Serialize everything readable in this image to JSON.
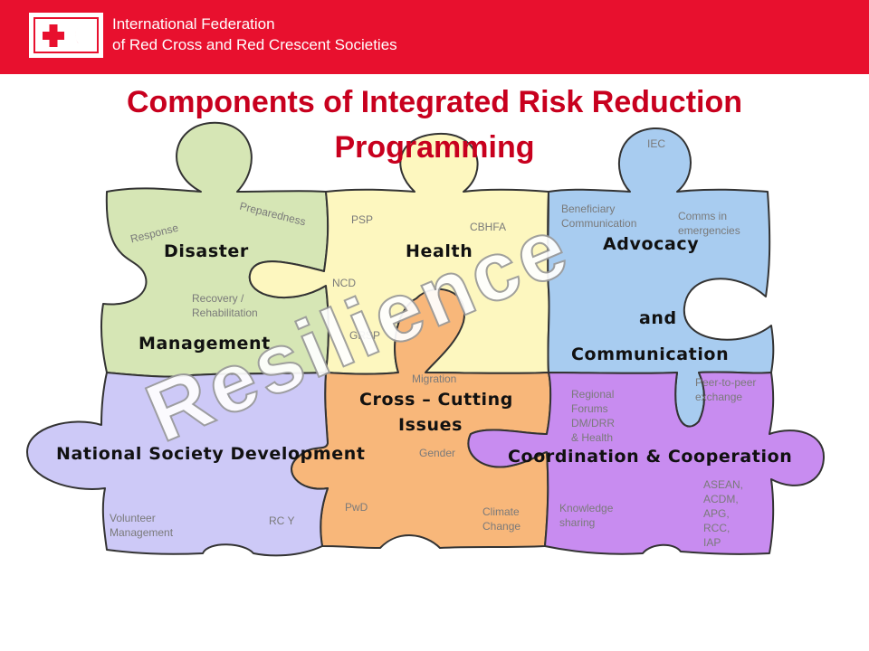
{
  "header": {
    "org_line1": "International Federation",
    "org_line2": "of Red Cross and Red Crescent Societies",
    "logo": "red-cross-red-crescent-emblem",
    "color": "#e8102e"
  },
  "title": {
    "line1": "Components of Integrated Risk Reduction",
    "line2": "Programming",
    "color": "#c8001e"
  },
  "watermark": "Resilience",
  "pieces": {
    "disaster": {
      "label1": "Disaster",
      "label2": "Management",
      "items": [
        "Response",
        "Preparedness",
        "Recovery /",
        "Rehabilitation"
      ],
      "color": "#d6e6b5"
    },
    "health": {
      "label": "Health",
      "items": [
        "PSP",
        "CBHFA",
        "NCD",
        "GRSP"
      ],
      "color": "#fdf7bf"
    },
    "advocacy": {
      "label1": "Advocacy",
      "label2": "and",
      "label3": "Communication",
      "items": [
        "IEC",
        "Beneficiary",
        "Communication",
        "Comms in",
        "emergencies"
      ],
      "color": "#a8ccf0"
    },
    "cross": {
      "label1": "Cross – Cutting",
      "label2": "Issues",
      "items": [
        "Migration",
        "Gender",
        "PwD",
        "Climate",
        "Change"
      ],
      "color": "#f8b77a"
    },
    "nsd": {
      "label": "National Society Development",
      "items": [
        "Volunteer",
        "Management",
        "RC Y"
      ],
      "color": "#cdc9f7"
    },
    "coord": {
      "label": "Coordination & Cooperation",
      "items": [
        "Regional",
        "Forums",
        "DM/DRR",
        "& Health",
        "Peer-to-peer",
        "exchange",
        "Knowledge",
        "sharing",
        "ASEAN,",
        "ACDM,",
        "APG,",
        "RCC,",
        "IAP"
      ],
      "color": "#c88cf0"
    }
  }
}
